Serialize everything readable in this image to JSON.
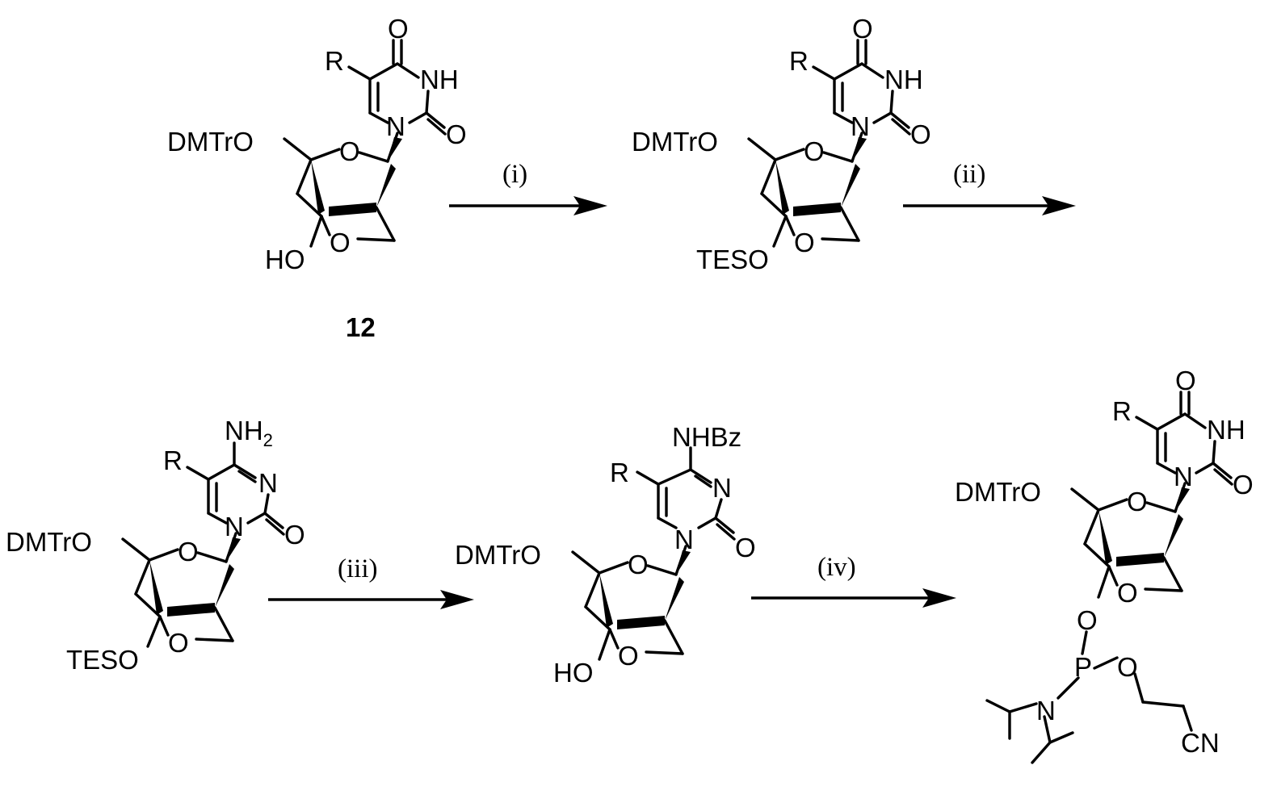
{
  "compound_label": "12",
  "conditions": [
    "(i)",
    "(ii)",
    "(iii)",
    "(iv)"
  ],
  "labels": {
    "r": "R",
    "dmtro": "DMTrO",
    "o": "O",
    "n": "N",
    "nh": "NH",
    "ho": "HO",
    "teso": "TESO",
    "nh2": "NH",
    "nh2_sub": "2",
    "nhbz": "NHBz",
    "p": "P",
    "cn": "CN"
  }
}
